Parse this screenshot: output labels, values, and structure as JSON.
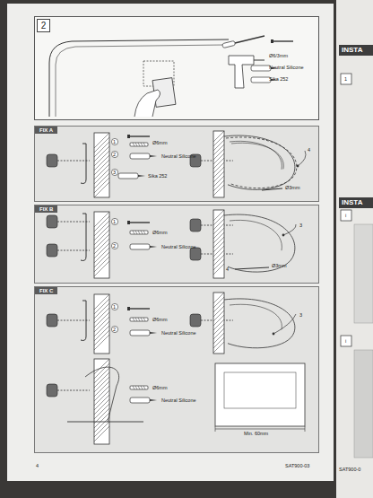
{
  "diagram": {
    "nodes": [
      {
        "text": [
          "2"
        ]
      },
      {
        "text": [
          "FIX A"
        ]
      },
      {
        "text": [
          "FIX B"
        ]
      },
      {
        "text": [
          "FIX C"
        ]
      },
      {
        "text": [
          "INSTA"
        ]
      },
      {
        "text": [
          "INSTA"
        ]
      }
    ],
    "labels": [
      "Ø6/3mm",
      "Neutral Silicone",
      "Sika 252",
      "Ø6mm",
      "Neutral Silicone",
      "Sika 252",
      "1",
      "2",
      "3",
      "4",
      "Ø3mm",
      "Ø6mm",
      "Neutral Silicone",
      "1",
      "2",
      "3",
      "4",
      "Ø3mm",
      "Ø6mm",
      "Neutral Silicone",
      "1",
      "2",
      "3",
      "Ø6mm",
      "Neutral Silicone",
      "Min. 60mm",
      "4",
      "SAT900-03",
      "1",
      "i",
      "i",
      "SAT900-0"
    ]
  }
}
